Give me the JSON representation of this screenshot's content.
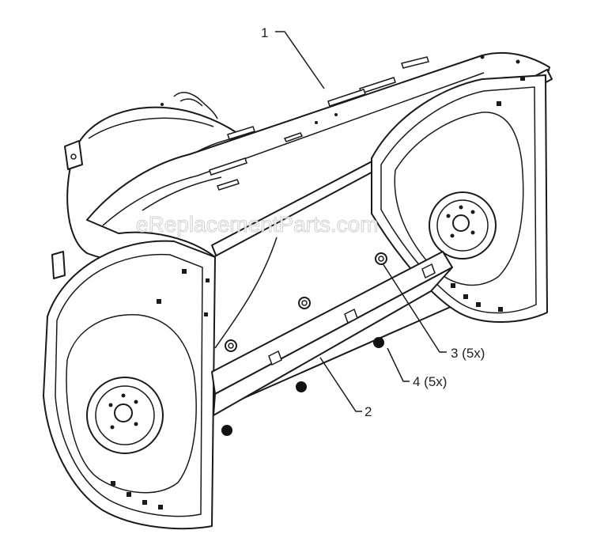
{
  "watermark": "eReplacementParts.com",
  "callouts": [
    {
      "id": "1",
      "label": "1"
    },
    {
      "id": "2",
      "label": "2"
    },
    {
      "id": "3",
      "label": "3 (5x)"
    },
    {
      "id": "4",
      "label": "4 (5x)"
    }
  ]
}
